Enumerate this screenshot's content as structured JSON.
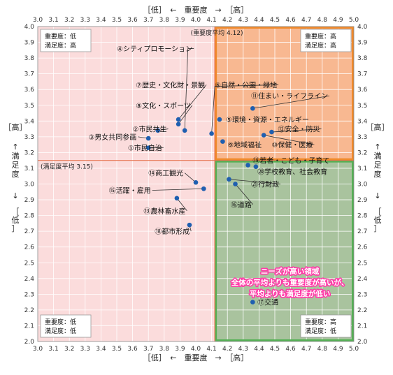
{
  "chart_data": {
    "type": "scatter",
    "x_axis": {
      "range": [
        3.0,
        5.0
      ],
      "ticks": [
        "3.0",
        "3.1",
        "3.2",
        "3.3",
        "3.4",
        "3.5",
        "3.6",
        "3.7",
        "3.8",
        "3.9",
        "4.0",
        "4.1",
        "4.2",
        "4.3",
        "4.4",
        "4.5",
        "4.6",
        "4.7",
        "4.8",
        "4.9",
        "5.0"
      ],
      "label": "［低］　←　重要度　→　［高］"
    },
    "y_axis": {
      "range": [
        2.0,
        4.0
      ],
      "ticks": [
        "2.0",
        "2.1",
        "2.2",
        "2.3",
        "2.4",
        "2.5",
        "2.6",
        "2.7",
        "2.8",
        "2.9",
        "3.0",
        "3.1",
        "3.2",
        "3.3",
        "3.4",
        "3.5",
        "3.6",
        "3.7",
        "3.8",
        "3.9",
        "4.0"
      ],
      "label_top": "［高］",
      "label_up": "↑",
      "label_mid": "満足度",
      "label_down": "↓",
      "label_bottom": "［低］"
    },
    "averages": {
      "x": 4.12,
      "y": 3.15,
      "x_label": "(重要度平均 4.12)",
      "y_label": "(満足度平均 3.15)"
    },
    "quadrants": {
      "top_left": [
        "重要度：低",
        "満足度：高"
      ],
      "top_right": [
        "重要度：高",
        "満足度：高"
      ],
      "bottom_left": [
        "重要度：低",
        "満足度：低"
      ],
      "bottom_right": [
        "重要度：高",
        "満足度：低"
      ]
    },
    "callout": [
      "ニーズが高い領域",
      "全体の平均よりも重要度が高いが、",
      "平均よりも満足度が低い"
    ],
    "points": [
      {
        "label": "①市民自治",
        "x": 3.7,
        "y": 3.23
      },
      {
        "label": "②市民共生",
        "x": 3.76,
        "y": 3.34
      },
      {
        "label": "③男女共同参画",
        "x": 3.7,
        "y": 3.29
      },
      {
        "label": "④シティプロモーション",
        "x": 3.93,
        "y": 3.34
      },
      {
        "label": "⑤環境・資源・エネルギー",
        "x": 4.15,
        "y": 3.41
      },
      {
        "label": "⑥自然・公園・緑地",
        "x": 4.1,
        "y": 3.32
      },
      {
        "label": "⑦歴史・文化財・景観",
        "x": 3.89,
        "y": 3.41
      },
      {
        "label": "⑧文化・スポーツ",
        "x": 3.89,
        "y": 3.38
      },
      {
        "label": "⑨地域福祉",
        "x": 4.17,
        "y": 3.27
      },
      {
        "label": "⑩保健・医療",
        "x": 4.43,
        "y": 3.31
      },
      {
        "label": "⑪住まい・ライフライン",
        "x": 4.36,
        "y": 3.48
      },
      {
        "label": "⑫安全・防災",
        "x": 4.48,
        "y": 3.33
      },
      {
        "label": "⑬農林畜水産",
        "x": 3.88,
        "y": 2.91
      },
      {
        "label": "⑭商工観光",
        "x": 4.0,
        "y": 3.01
      },
      {
        "label": "⑮活躍・雇用",
        "x": 4.05,
        "y": 2.97
      },
      {
        "label": "⑯道路",
        "x": 4.25,
        "y": 3.0
      },
      {
        "label": "⑰交通",
        "x": 4.36,
        "y": 2.25
      },
      {
        "label": "⑱都市形成",
        "x": 3.96,
        "y": 2.74
      },
      {
        "label": "⑲若者・こども・子育て",
        "x": 4.33,
        "y": 3.12
      },
      {
        "label": "⑳学校教育、社会教育",
        "x": 4.38,
        "y": 3.11
      },
      {
        "label": "㉑行財政",
        "x": 4.21,
        "y": 3.03
      }
    ]
  }
}
